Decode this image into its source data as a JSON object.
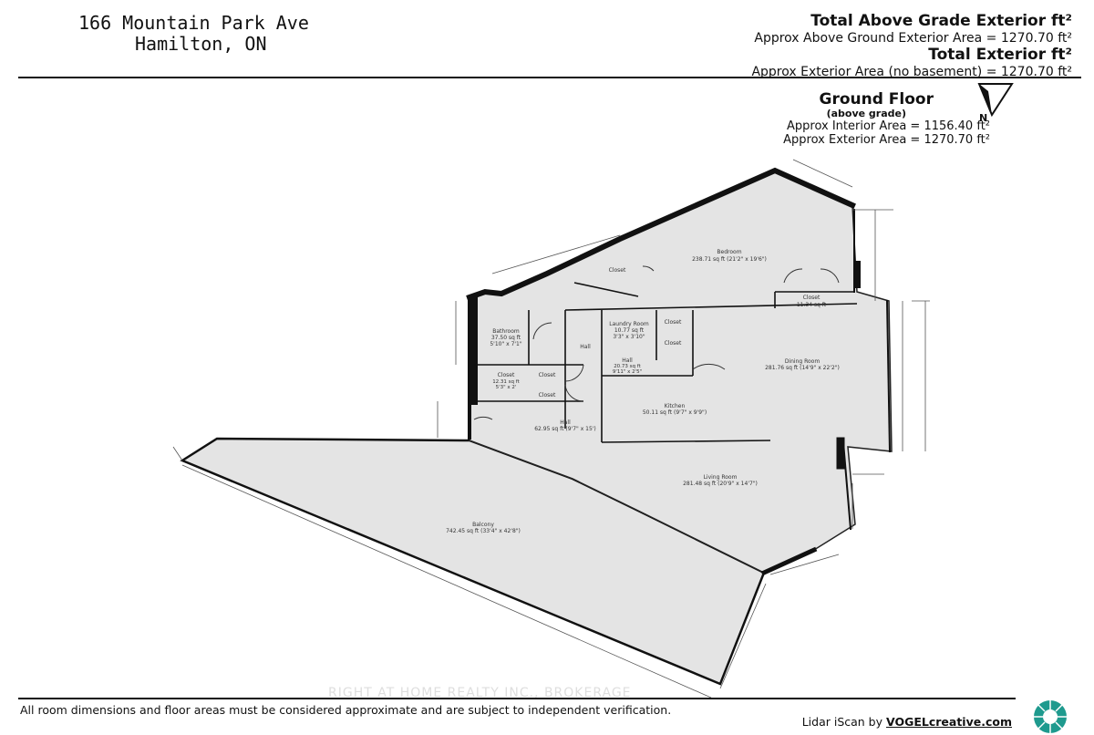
{
  "address": {
    "line1": "166 Mountain Park Ave",
    "line2": "Hamilton, ON"
  },
  "totals": {
    "above_grade_title": "Total Above Grade Exterior ft²",
    "above_grade_line": "Approx Above Ground Exterior Area = 1270.70 ft²",
    "exterior_title": "Total Exterior ft²",
    "exterior_line": "Approx Exterior Area (no basement) = 1270.70 ft²"
  },
  "floor": {
    "title": "Ground Floor",
    "subtitle": "(above grade)",
    "interior": "Approx Interior Area = 1156.40 ft²",
    "exterior": "Approx Exterior Area = 1270.70 ft²",
    "north_label": "N"
  },
  "rooms": {
    "bedroom": "Bedroom",
    "bedroom_area": "238.71 sq ft (21'2\" x 19'6\")",
    "closet_top": "Closet",
    "closet_right": "Closet",
    "closet_right_area": "11.34 sq ft",
    "laundry": "Laundry Room",
    "laundry_area": "10.77 sq ft",
    "laundry_dims": "3'3\" x 3'10\"",
    "bathroom": "Bathroom",
    "bathroom_area": "37.50 sq ft",
    "bathroom_dims": "5'10\" x 7'1\"",
    "hall_mid": "Hall",
    "hall_small": "Hall",
    "hall_small_area": "20.73 sq ft",
    "hall_small_dims": "9'11\" x 2'5\"",
    "closet_a": "Closet",
    "closet_b": "Closet",
    "closet_left": "Closet",
    "closet_left_area": "12.31 sq ft",
    "closet_left_dims": "5'3\" x 2'",
    "closet_c": "Closet",
    "closet_d": "Closet",
    "kitchen": "Kitchen",
    "kitchen_area": "50.11 sq ft (9'7\" x 9'9\")",
    "dining": "Dining Room",
    "dining_area": "281.76 sq ft (14'9\" x 22'2\")",
    "hall_lower": "Hall",
    "hall_lower_area": "62.95 sq ft (9'7\" x 15')",
    "living": "Living Room",
    "living_area": "281.48 sq ft (20'9\" x 14'7\")",
    "balcony": "Balcony",
    "balcony_area": "742.45 sq ft (33'4\" x 42'8\")"
  },
  "footer": {
    "note": "All room dimensions and floor areas must be considered approximate and are subject to independent verification.",
    "lidar_prefix": "Lidar iScan by ",
    "lidar_brand": "VOGELcreative.com",
    "watermark": "RIGHT AT HOME REALTY INC., BROKERAGE"
  },
  "colors": {
    "plan_fill": "#e4e4e4",
    "wall": "#111111",
    "logo": "#1e9a8e"
  }
}
